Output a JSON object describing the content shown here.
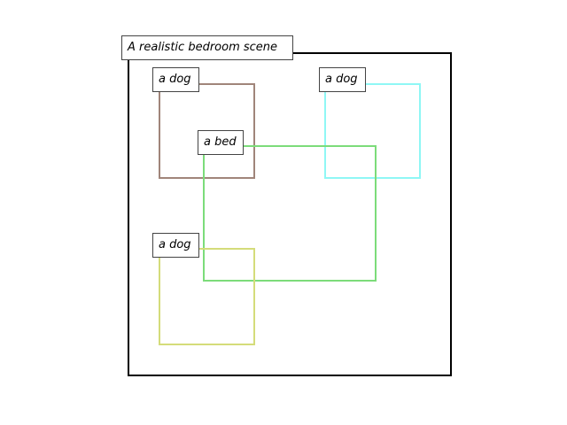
{
  "scene": {
    "title": "A realistic bedroom scene"
  },
  "objects": [
    {
      "label": "a dog",
      "color": "#a0857a"
    },
    {
      "label": "a dog",
      "color": "#8ff7f5"
    },
    {
      "label": "a bed",
      "color": "#7cdc7a"
    },
    {
      "label": "a dog",
      "color": "#d4dc7a"
    }
  ]
}
